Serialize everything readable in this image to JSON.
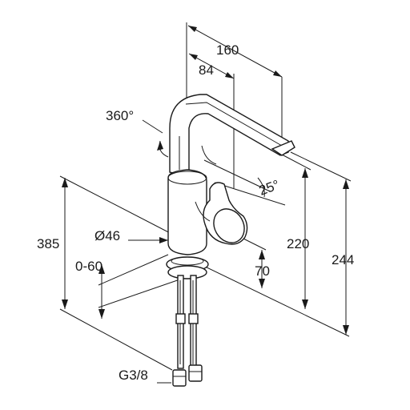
{
  "labels": {
    "width_total": "160",
    "width_spout": "84",
    "rotation": "360°",
    "tilt": "25°",
    "diameter": "Ø46",
    "thickness_range": "0-60",
    "height_total": "385",
    "height_spout": "220",
    "height_top": "244",
    "height_base": "70",
    "thread": "G3/8"
  },
  "colors": {
    "line": "#1a1a1a",
    "background": "#ffffff"
  }
}
